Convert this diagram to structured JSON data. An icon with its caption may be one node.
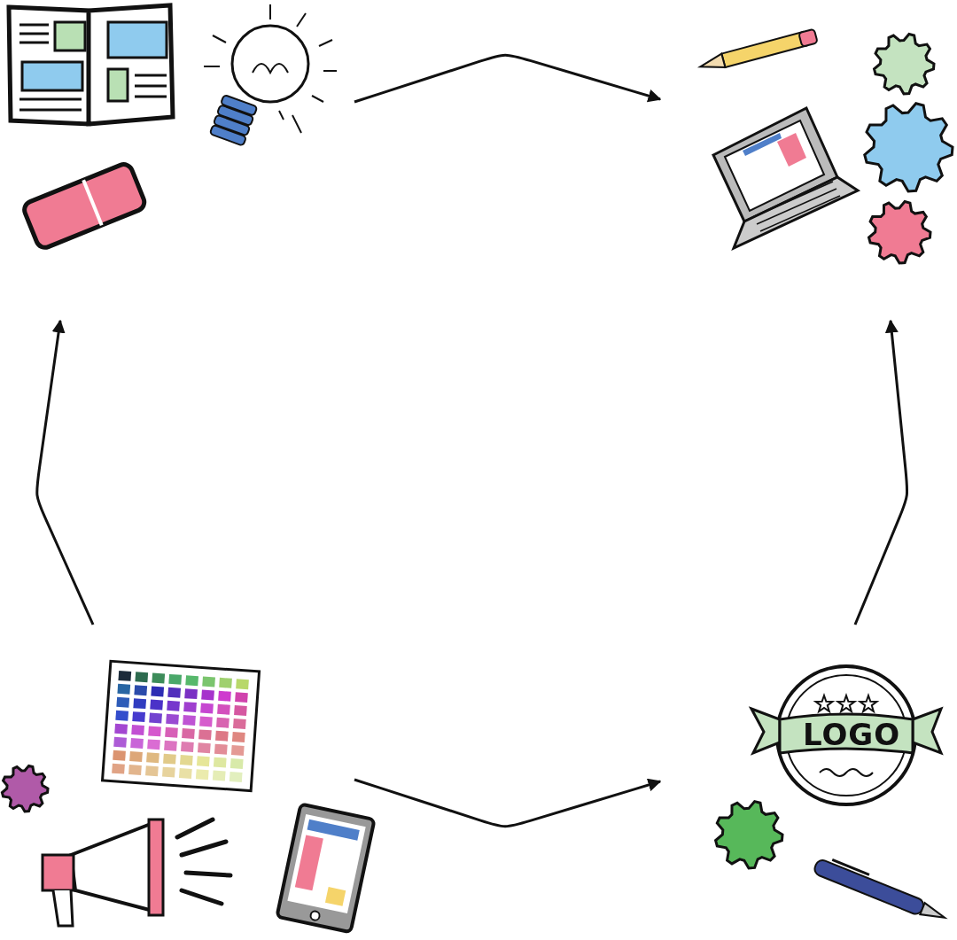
{
  "diagram": {
    "nodes": [
      {
        "text": [],
        "shape": "picture"
      },
      {
        "text": [],
        "shape": "picture"
      },
      {
        "text": [],
        "shape": "picture"
      },
      {
        "text": [],
        "shape": "picture"
      }
    ],
    "edges": [
      {
        "from": 0,
        "to": 1,
        "arrow": "to"
      },
      {
        "from": 3,
        "to": 1,
        "arrow": "to"
      },
      {
        "from": 2,
        "to": 3,
        "arrow": "to"
      },
      {
        "from": 2,
        "to": 0,
        "arrow": "to"
      }
    ],
    "labels": [
      "LOGO"
    ]
  }
}
